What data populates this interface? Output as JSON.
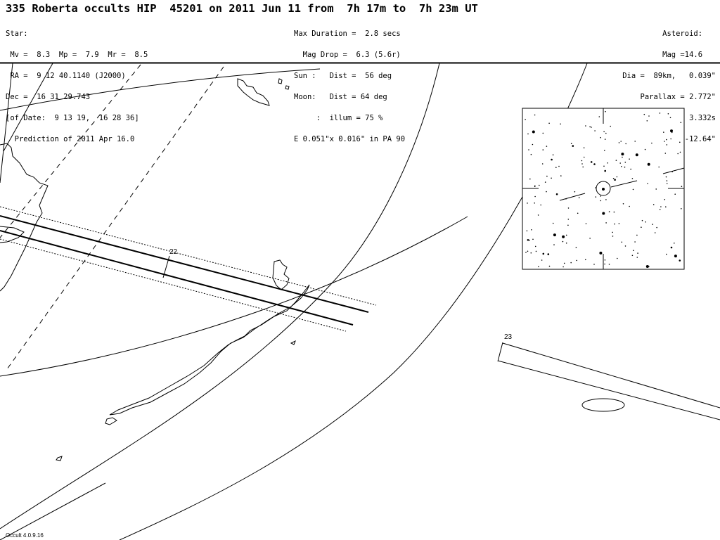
{
  "title": "335 Roberta occults HIP  45201 on 2011 Jun 11 from  7h 17m to  7h 23m UT",
  "star_block": {
    "lines": [
      "Star:",
      " Mv =  8.3  Mp =  7.9  Mr =  8.5",
      " RA =  9 12 40.1140 (J2000)",
      "Dec =  16 31 29.743",
      "[of Date:  9 13 19,  16 28 36]",
      "  Prediction of 2011 Apr 16.0"
    ]
  },
  "event_block": {
    "lines": [
      "Max Duration =  2.8 secs",
      "  Mag Drop =  6.3 (5.6r)",
      "Sun :   Dist =  56 deg",
      "Moon:   Dist = 64 deg",
      "     :  illum = 75 %",
      "E 0.051\"x 0.016\" in PA 90"
    ]
  },
  "asteroid_block": {
    "lines": [
      "Asteroid:   ",
      "Mag =14.6   ",
      "Dia =  89km,   0.039\"",
      "Parallax = 2.772\"",
      "Hourly dRA = 3.332s",
      "dDec =-12.64\""
    ]
  },
  "map": {
    "time_labels": [
      "22",
      "23"
    ],
    "line_color": "#000000"
  },
  "footer": "Occult 4.0.9.16"
}
